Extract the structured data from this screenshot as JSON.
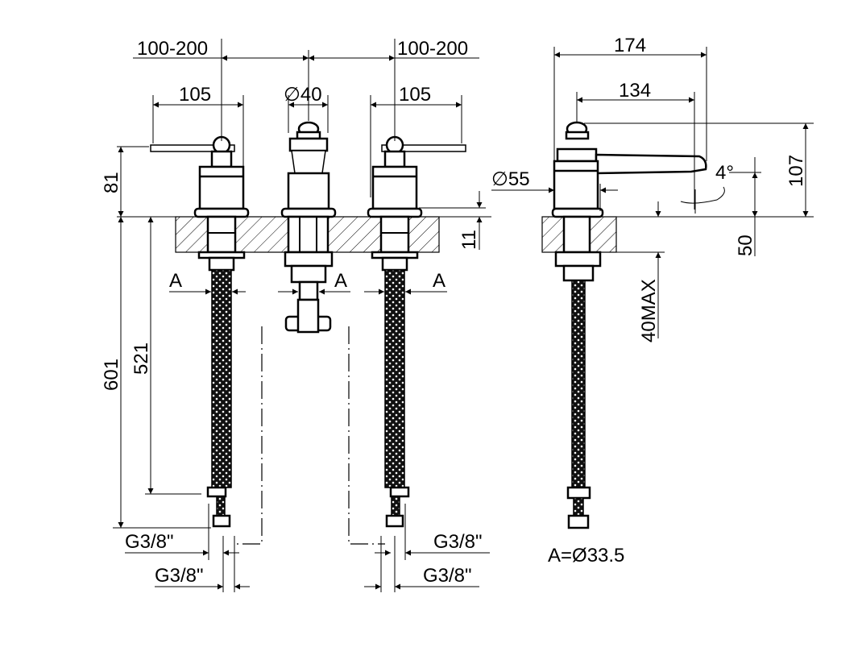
{
  "drawing": {
    "front_view": {
      "spacing_left": "100-200",
      "spacing_right": "100-200",
      "lever_left_width": "105",
      "lever_right_width": "105",
      "spout_diameter": "∅40",
      "height_above_deck": "81",
      "total_length": "601",
      "hose_length": "521",
      "deck_thickness_gap": "11",
      "section_marks": [
        "A",
        "A",
        "A"
      ],
      "connections": [
        "G3/8\"",
        "G3/8\"",
        "G3/8\"",
        "G3/8\""
      ]
    },
    "side_view": {
      "total_reach": "174",
      "spout_reach": "134",
      "body_diameter": "∅55",
      "spout_angle": "4°",
      "total_height": "107",
      "spout_height": "50",
      "max_deck_thickness": "40MAX"
    },
    "note": "A=Ø33.5"
  }
}
